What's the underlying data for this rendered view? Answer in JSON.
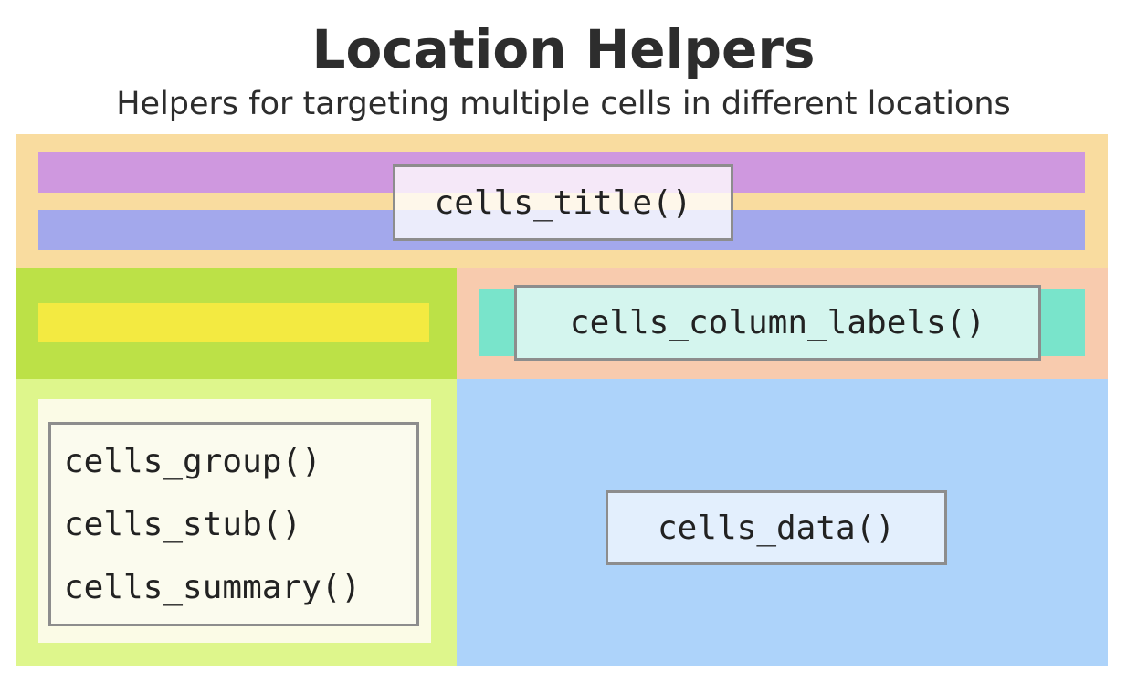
{
  "header": {
    "title": "Location Helpers",
    "subtitle": "Helpers for targeting multiple cells in different locations"
  },
  "helpers": {
    "title": "cells_title()",
    "column_labels": "cells_column_labels()",
    "stub_group": [
      "cells_group()",
      "cells_stub()",
      "cells_summary()"
    ],
    "data": "cells_data()"
  },
  "colors": {
    "heading_region": "#F9DC9F",
    "title_bar": "#CF98DF",
    "subtitle_bar": "#A3A8EC",
    "stubhead_region": "#BCE147",
    "stubhead_bar": "#F3EA41",
    "column_labels_region": "#F8CBAE",
    "column_labels_bar": "#79E4CB",
    "stub_region": "#DEF68C",
    "stub_inner": "#FBFBE6",
    "body_region": "#ADD3FA",
    "border": "#8D8D8D"
  }
}
